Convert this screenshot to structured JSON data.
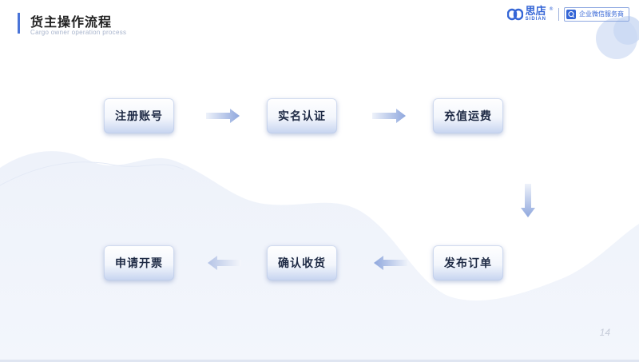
{
  "header": {
    "title": "货主操作流程",
    "subtitle": "Cargo owner operation process"
  },
  "brand": {
    "name_cn": "思店",
    "name_en": "SIDIAN",
    "registered": "®",
    "badge_text": "企业微信服务商"
  },
  "flow": {
    "steps": [
      {
        "label": "注册账号"
      },
      {
        "label": "实名认证"
      },
      {
        "label": "充值运费"
      },
      {
        "label": "发布订单"
      },
      {
        "label": "确认收货"
      },
      {
        "label": "申请开票"
      }
    ]
  },
  "footer": {
    "page_number": "14"
  },
  "colors": {
    "accent": "#3566d6",
    "title_bar": "#4a74d8",
    "background_wave": "#eef2fa"
  }
}
